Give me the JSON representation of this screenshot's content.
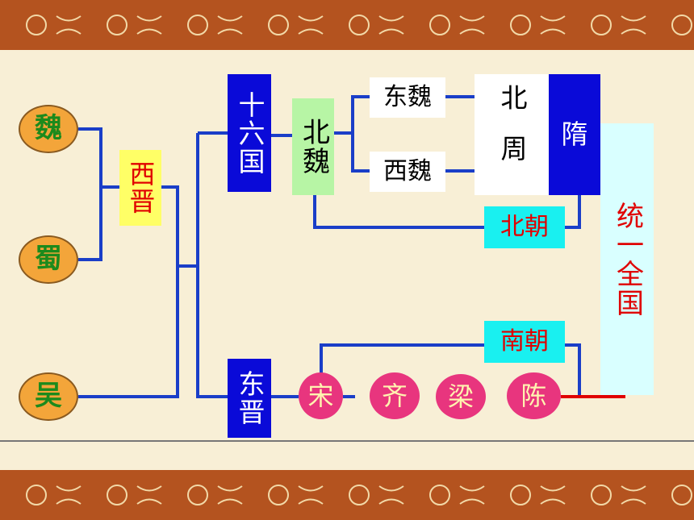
{
  "kingdoms": {
    "wei": "魏",
    "shu": "蜀",
    "wu": "吴"
  },
  "xijin": "西晋",
  "shiliuguo": "十六国",
  "dongjin": "东晋",
  "beiwei": "北魏",
  "dongwei": "东魏",
  "xiwei": "西魏",
  "beizhou": "北周",
  "sui": "隋",
  "beichao": "北朝",
  "nanchao": "南朝",
  "tongyi": "统一全国",
  "southern": {
    "song": "宋",
    "qi": "齐",
    "liang": "梁",
    "chen": "陈"
  },
  "colors": {
    "border": "#b4531f",
    "line": "#1a3ec8",
    "kingdom": "#f3a53a",
    "xijin": "#ffff66",
    "dark_blue": "#0a0ad8",
    "light_green": "#b7f5a5",
    "cyan": "#19f0f0",
    "light_cyan": "#d9ffff",
    "pink": "#e8357e",
    "red": "#e00000"
  }
}
